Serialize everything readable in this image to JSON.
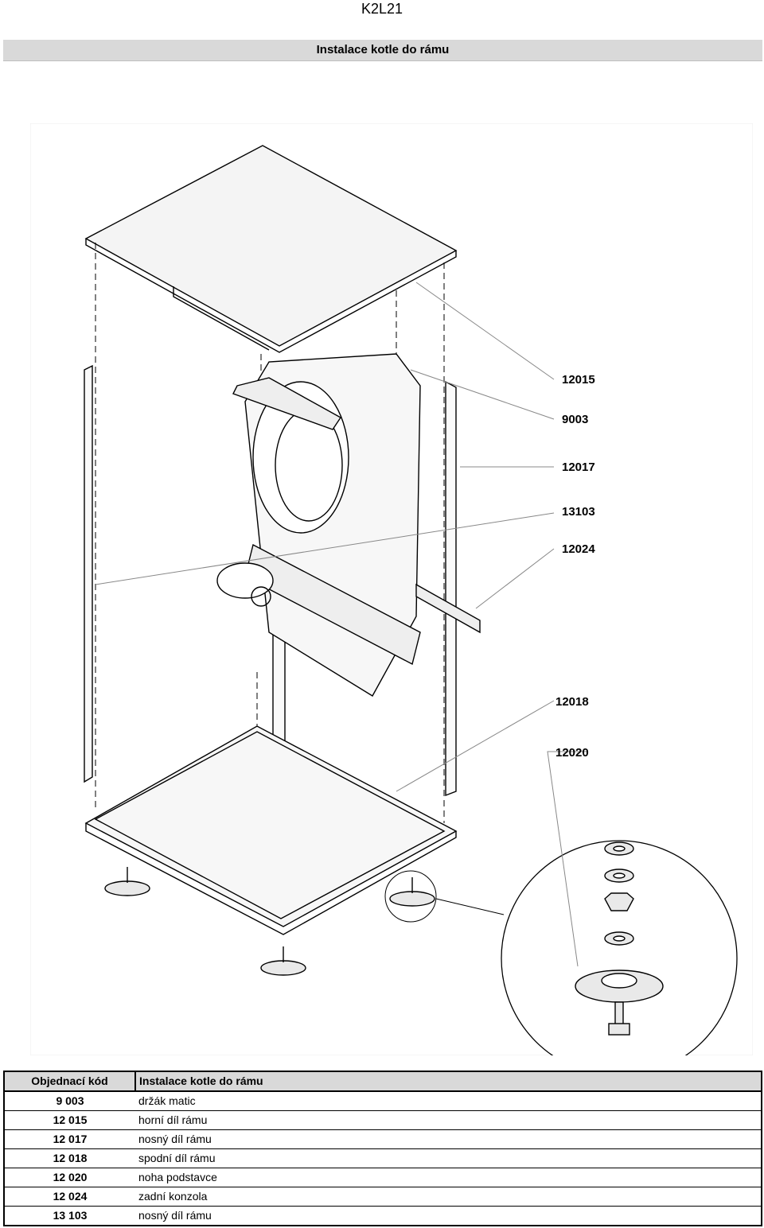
{
  "header": {
    "doc_code": "K2L21",
    "title": "Instalace kotle do rámu"
  },
  "drawing": {
    "callouts": [
      "12015",
      "9003",
      "12017",
      "13103",
      "12024",
      "12018",
      "12020"
    ]
  },
  "parts_table": {
    "columns": [
      "Objednací kód",
      "Instalace kotle do rámu"
    ],
    "rows": [
      {
        "code": "9 003",
        "name": "držák matic"
      },
      {
        "code": "12 015",
        "name": "horní díl rámu"
      },
      {
        "code": "12 017",
        "name": "nosný díl rámu"
      },
      {
        "code": "12 018",
        "name": "spodní díl rámu"
      },
      {
        "code": "12 020",
        "name": "noha podstavce"
      },
      {
        "code": "12 024",
        "name": "zadní konzola"
      },
      {
        "code": "13 103",
        "name": "nosný díl rámu"
      }
    ]
  }
}
